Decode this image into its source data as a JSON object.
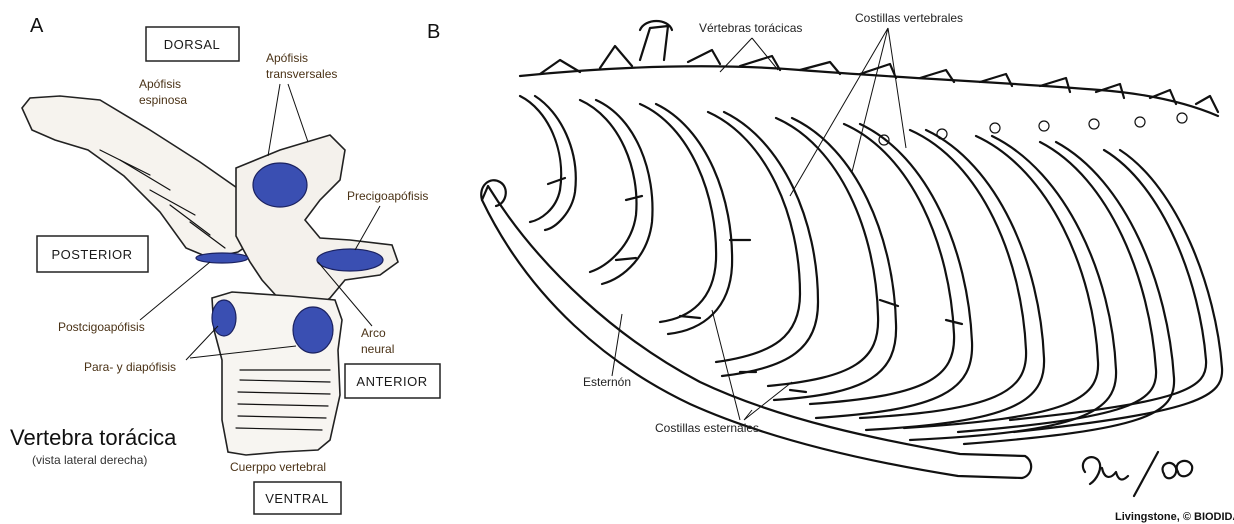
{
  "panel_a": {
    "letter": "A",
    "orientation": {
      "dorsal": "DORSAL",
      "posterior": "POSTERIOR",
      "anterior": "ANTERIOR",
      "ventral": "VENTRAL"
    },
    "labels": {
      "spinous_1": "Apófisis",
      "spinous_2": "espinosa",
      "transverse_1": "Apófisis",
      "transverse_2": "transversales",
      "prezyg": "Precigoapófisis",
      "postzyg": "Postcigoapófisis",
      "para_dia": "Para- y diapófisis",
      "arch_1": "Arco",
      "arch_2": "neural",
      "centrum": "Cuerppo vertebral"
    },
    "title": "Vertebra torácica",
    "subtitle": "(vista lateral derecha)",
    "highlight_color": "#3a4fb2"
  },
  "panel_b": {
    "letter": "B",
    "labels": {
      "thoracic_vertebrae": "Vértebras torácicas",
      "vertebral_ribs": "Costillas vertebrales",
      "sternum": "Esternón",
      "sternal_ribs": "Costillas esternales"
    },
    "credit": "Livingstone, © BIODIDAC"
  }
}
